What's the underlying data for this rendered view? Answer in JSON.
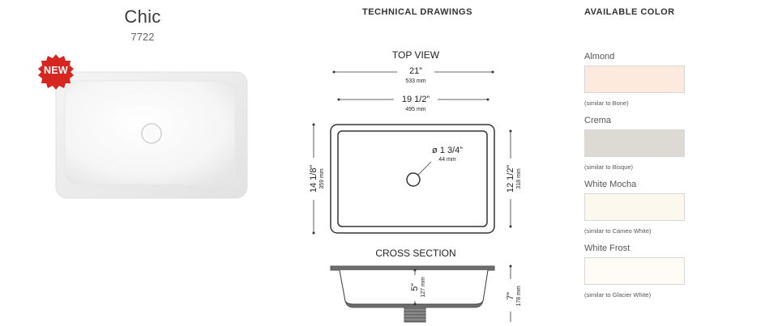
{
  "product": {
    "name": "Chic",
    "code": "7722",
    "badge": "NEW"
  },
  "technical": {
    "heading": "TECHNICAL DRAWINGS",
    "top_view": {
      "title": "TOP VIEW",
      "outer_width_in": "21”",
      "outer_width_mm": "533 mm",
      "inner_width_in": "19 1/2”",
      "inner_width_mm": "495 mm",
      "drain_in": "ø 1 3/4”",
      "drain_mm": "44 mm",
      "outer_depth_in": "14 1/8”",
      "outer_depth_mm": "359 mm",
      "inner_depth_in": "12 1/2”",
      "inner_depth_mm": "318 mm"
    },
    "cross_section": {
      "title": "CROSS SECTION",
      "inner_height_in": "5”",
      "inner_height_mm": "127 mm",
      "outer_height_in": "7”",
      "outer_height_mm": "178 mm"
    }
  },
  "colors": {
    "heading": "AVAILABLE COLOR",
    "items": [
      {
        "name": "Almond",
        "note": "(similar to Bone)",
        "hex": "#fbeadd"
      },
      {
        "name": "Crema",
        "note": "(similar to Bisque)",
        "hex": "#dcdad2"
      },
      {
        "name": "White Mocha",
        "note": "(similar to Cameo White)",
        "hex": "#fdf8ee"
      },
      {
        "name": "White Frost",
        "note": "(similar to Glacier White)",
        "hex": "#fefcf5"
      }
    ]
  },
  "style": {
    "badge_color": "#d7261f",
    "line_color": "#333333"
  }
}
